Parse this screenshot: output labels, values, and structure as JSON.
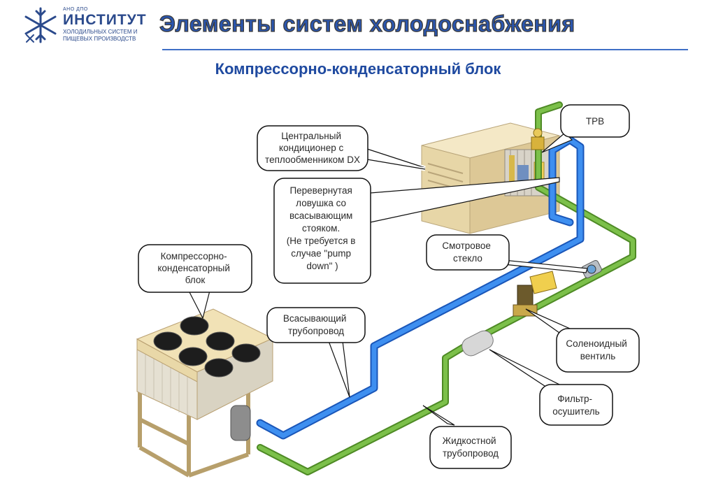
{
  "logo": {
    "top_small": "АНО ДПО",
    "name": "ИНСТИТУТ",
    "line1": "ХОЛОДИЛЬНЫХ СИСТЕМ И",
    "line2": "ПИЩЕВЫХ ПРОИЗВОДСТВ"
  },
  "header": {
    "title": "Элементы систем холодоснабжения"
  },
  "subtitle": "Компрессорно-конденсаторный блок",
  "labels": {
    "central_ac": [
      "Центральный",
      "кондиционер с",
      "теплообменником DX"
    ],
    "trap": [
      "Перевернутая",
      "ловушка со",
      "всасывающим",
      "стояком.",
      "(Не требуется в",
      "случае \"pump",
      "down\" )"
    ],
    "txv": [
      "ТРВ"
    ],
    "sight_glass": [
      "Смотровое",
      "стекло"
    ],
    "ccu": [
      "Компрессорно-",
      "конденсаторный",
      "блок"
    ],
    "suction_line": [
      "Всасывающий",
      "трубопровод"
    ],
    "solenoid": [
      "Соленоидный",
      "вентиль"
    ],
    "filter": [
      "Фильтр-",
      "осушитель"
    ],
    "liquid_line": [
      "Жидкостной",
      "трубопровод"
    ]
  },
  "colors": {
    "suction_pipe": "#2f7fe0",
    "liquid_pipe": "#6fae3e",
    "unit_body": "#ead9ad",
    "title_blue": "#2a56b0"
  }
}
